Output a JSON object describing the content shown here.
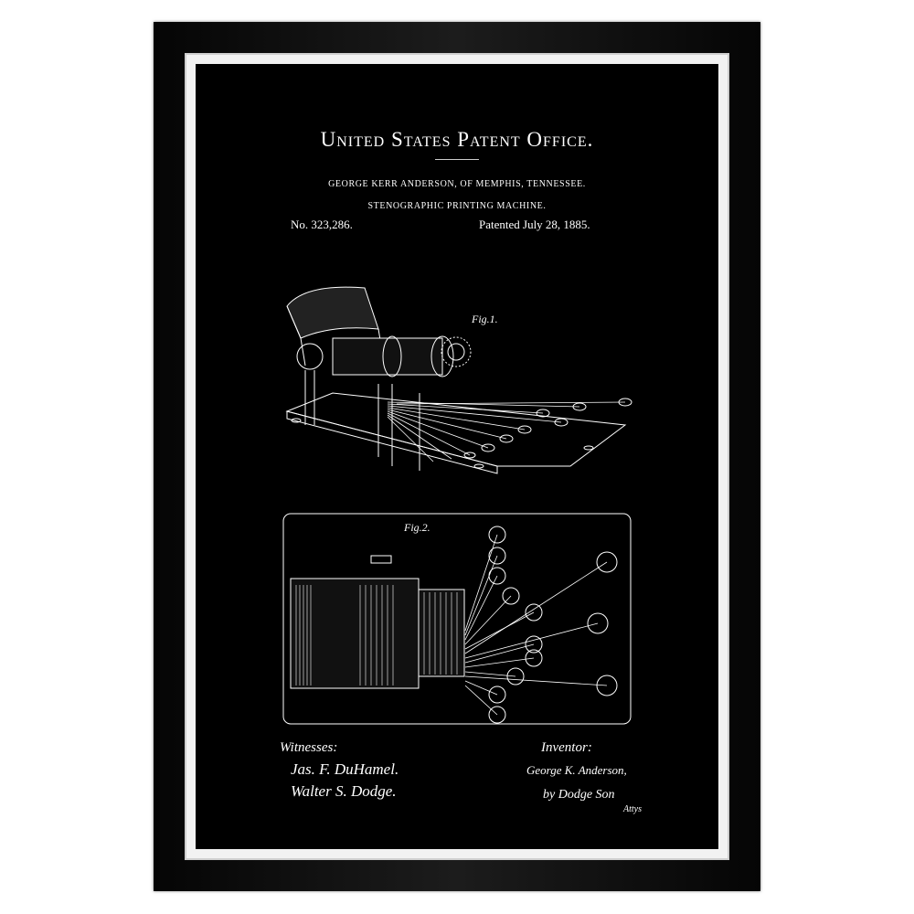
{
  "header": {
    "office": "United States Patent Office.",
    "inventor_line": "GEORGE KERR ANDERSON, OF MEMPHIS, TENNESSEE.",
    "title": "STENOGRAPHIC PRINTING MACHINE.",
    "number": "No. 323,286.",
    "date": "Patented July 28, 1885."
  },
  "figures": {
    "fig1": "Fig.1.",
    "fig2": "Fig.2."
  },
  "footer": {
    "witnesses_label": "Witnesses:",
    "witness_1": "Jas. F. DuHamel.",
    "witness_2": "Walter S. Dodge.",
    "inventor_label": "Inventor:",
    "inventor_name": "George K. Anderson,",
    "attorney": "by Dodge Son",
    "attys": "Attys"
  },
  "colors": {
    "frame": "#111111",
    "mat": "#f2f2f2",
    "background": "#000000",
    "ink": "#ffffff"
  }
}
